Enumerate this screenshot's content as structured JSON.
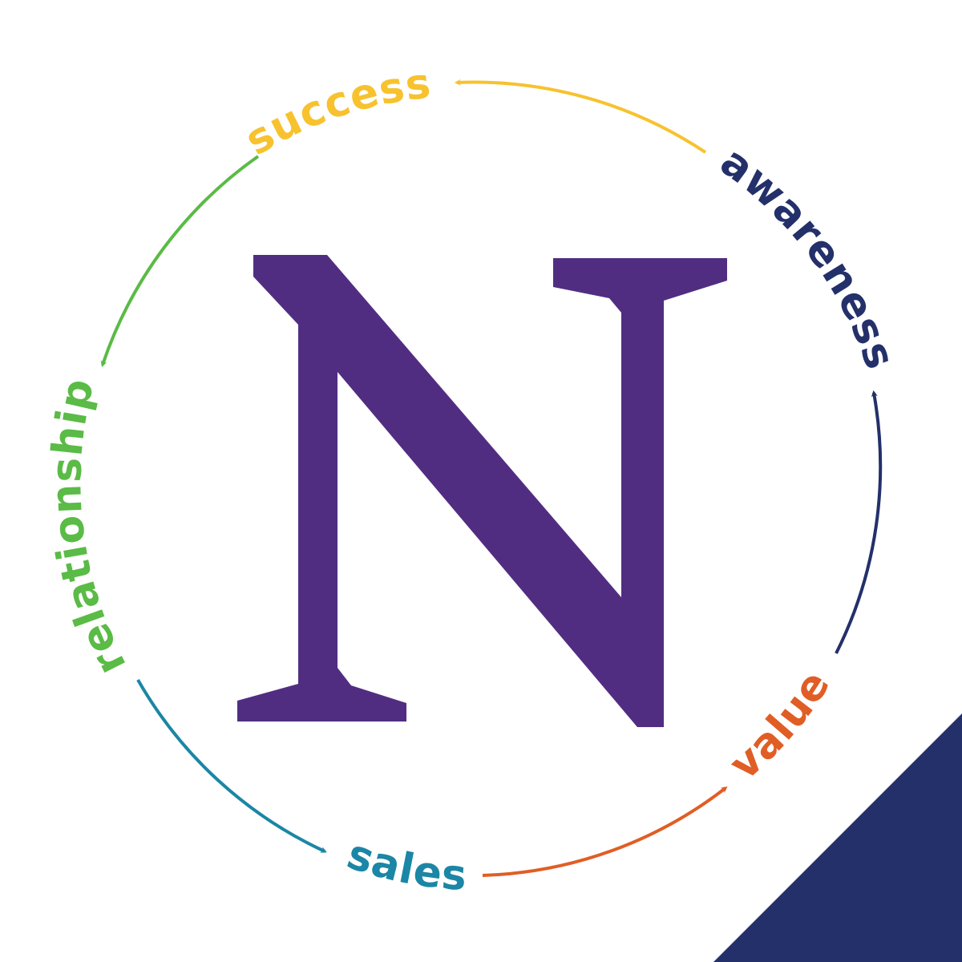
{
  "logo": {
    "letter": "N",
    "color": "#512d82"
  },
  "cycle": [
    {
      "label": "success",
      "color": "#f7c22e"
    },
    {
      "label": "relationship",
      "color": "#5abb46"
    },
    {
      "label": "sales",
      "color": "#1b86a5"
    },
    {
      "label": "value",
      "color": "#e05e25"
    },
    {
      "label": "awareness",
      "color": "#23306a"
    }
  ],
  "corner_color": "#23306a"
}
